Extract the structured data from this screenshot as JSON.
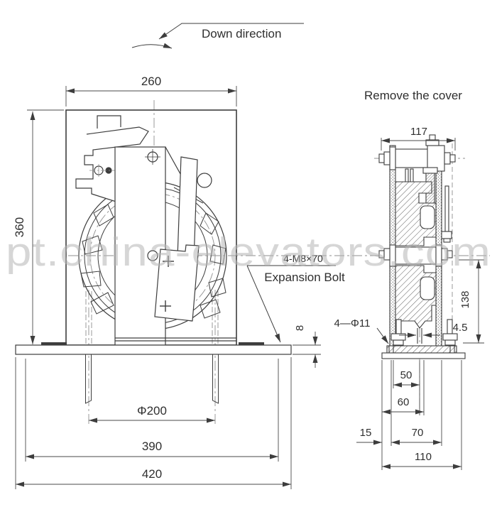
{
  "drawing": {
    "type": "elevator governor tension device - installation drawing",
    "watermark": "pt.china-elevators.com",
    "annotations": {
      "down_direction": "Down direction",
      "remove_cover": "Remove the cover",
      "bolt_spec": "4-M8×70",
      "bolt_name": "Expansion Bolt",
      "hole_spec": "4—Φ11"
    },
    "front_view": {
      "dim_width_top": "260",
      "dim_height_left": "360",
      "dim_base_thickness": "8",
      "dim_sheave_diameter": "Φ200",
      "dim_hole_span": "390",
      "dim_base_width": "420"
    },
    "side_view": {
      "dim_width_top": "117",
      "dim_height_right": "138",
      "dim_groove_gap": "4.5",
      "dim_50": "50",
      "dim_60": "60",
      "dim_70": "70",
      "dim_15": "15",
      "dim_110": "110"
    },
    "colors": {
      "line": "#3d3d3d",
      "dim_line": "#4a4a4a",
      "watermark": "#b5b5b5"
    }
  }
}
